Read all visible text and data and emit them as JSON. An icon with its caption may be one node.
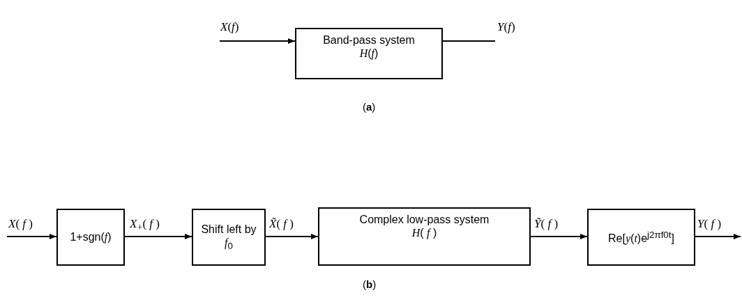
{
  "diagram": {
    "nodes": [
      {
        "text": [
          "Band-pass system",
          "*H*(*f*)"
        ]
      },
      {
        "text": [
          "1+sgn(*f*)"
        ]
      },
      {
        "text": [
          "Shift left by *f*$_{0}$"
        ]
      },
      {
        "text": [
          "Complex low-pass system",
          "*H*( *f* )"
        ]
      },
      {
        "text": [
          "Re[*y*(*t*)e$^{j2πf0t}$]"
        ]
      }
    ],
    "edges": [
      {
        "from": null,
        "to": 0,
        "arrow": "to",
        "label": "*X*(*f*)"
      },
      {
        "from": 0,
        "to": null,
        "arrow": "none",
        "label": "*Y*(*f*)"
      },
      {
        "from": null,
        "to": 1,
        "arrow": "to",
        "label": "*X*( *f* )"
      },
      {
        "from": 1,
        "to": 2,
        "arrow": "to",
        "label": "*X*$_{+}$( *f* )"
      },
      {
        "from": 2,
        "to": 3,
        "arrow": "to",
        "label": "*X̃*( *f* )"
      },
      {
        "from": 3,
        "to": 4,
        "arrow": "to",
        "label": "*Ỹ*( *f* )"
      },
      {
        "from": 4,
        "to": null,
        "arrow": "to",
        "label": "*Y*( *f* )"
      }
    ],
    "labels": [
      "(**a**)",
      "(**b**)"
    ]
  }
}
